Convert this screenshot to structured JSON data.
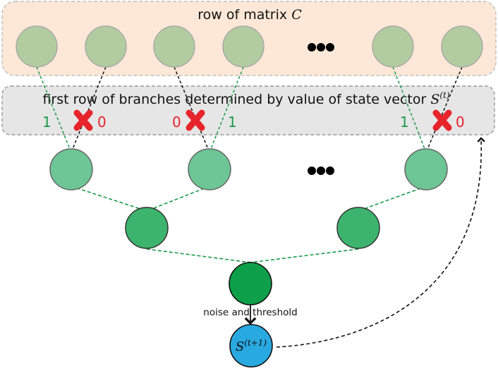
{
  "top_panel": {
    "title": "row of matrix ",
    "title_math": "C",
    "node_count_visible": 6,
    "ellipsis": "●●●"
  },
  "branch_panel": {
    "title": "first row of branches determined by value of state vector ",
    "title_math": "S",
    "title_math_sup": "(t)",
    "branches": [
      {
        "left_label": "1",
        "right_label": "0",
        "kept": "left",
        "cross_side": "right"
      },
      {
        "left_label": "0",
        "right_label": "1",
        "kept": "right",
        "cross_side": "left"
      },
      {
        "left_label": "1",
        "right_label": "0",
        "kept": "left",
        "cross_side": "right"
      }
    ]
  },
  "tree": {
    "level1_ellipsis": "●●●"
  },
  "root": {
    "edge_label": "noise and threshold"
  },
  "output_node": {
    "label": "S",
    "label_sup": "(t+1)"
  },
  "colors": {
    "top_panel_fill": "#fde8d7",
    "branch_panel_fill": "#e6e6e6",
    "panel_border": "#a6a6a6",
    "top_node_fill": "#b2cc9f",
    "level1_fill": "#6ec595",
    "level2_fill": "#3db46e",
    "root_fill": "#0e9f4a",
    "output_fill": "#29a9e1",
    "kept_edge": "#1a9a4a",
    "pruned_edge": "#111111",
    "one_label": "#1a9a4a",
    "zero_label": "#e8242b",
    "cross": "#e8242b"
  }
}
